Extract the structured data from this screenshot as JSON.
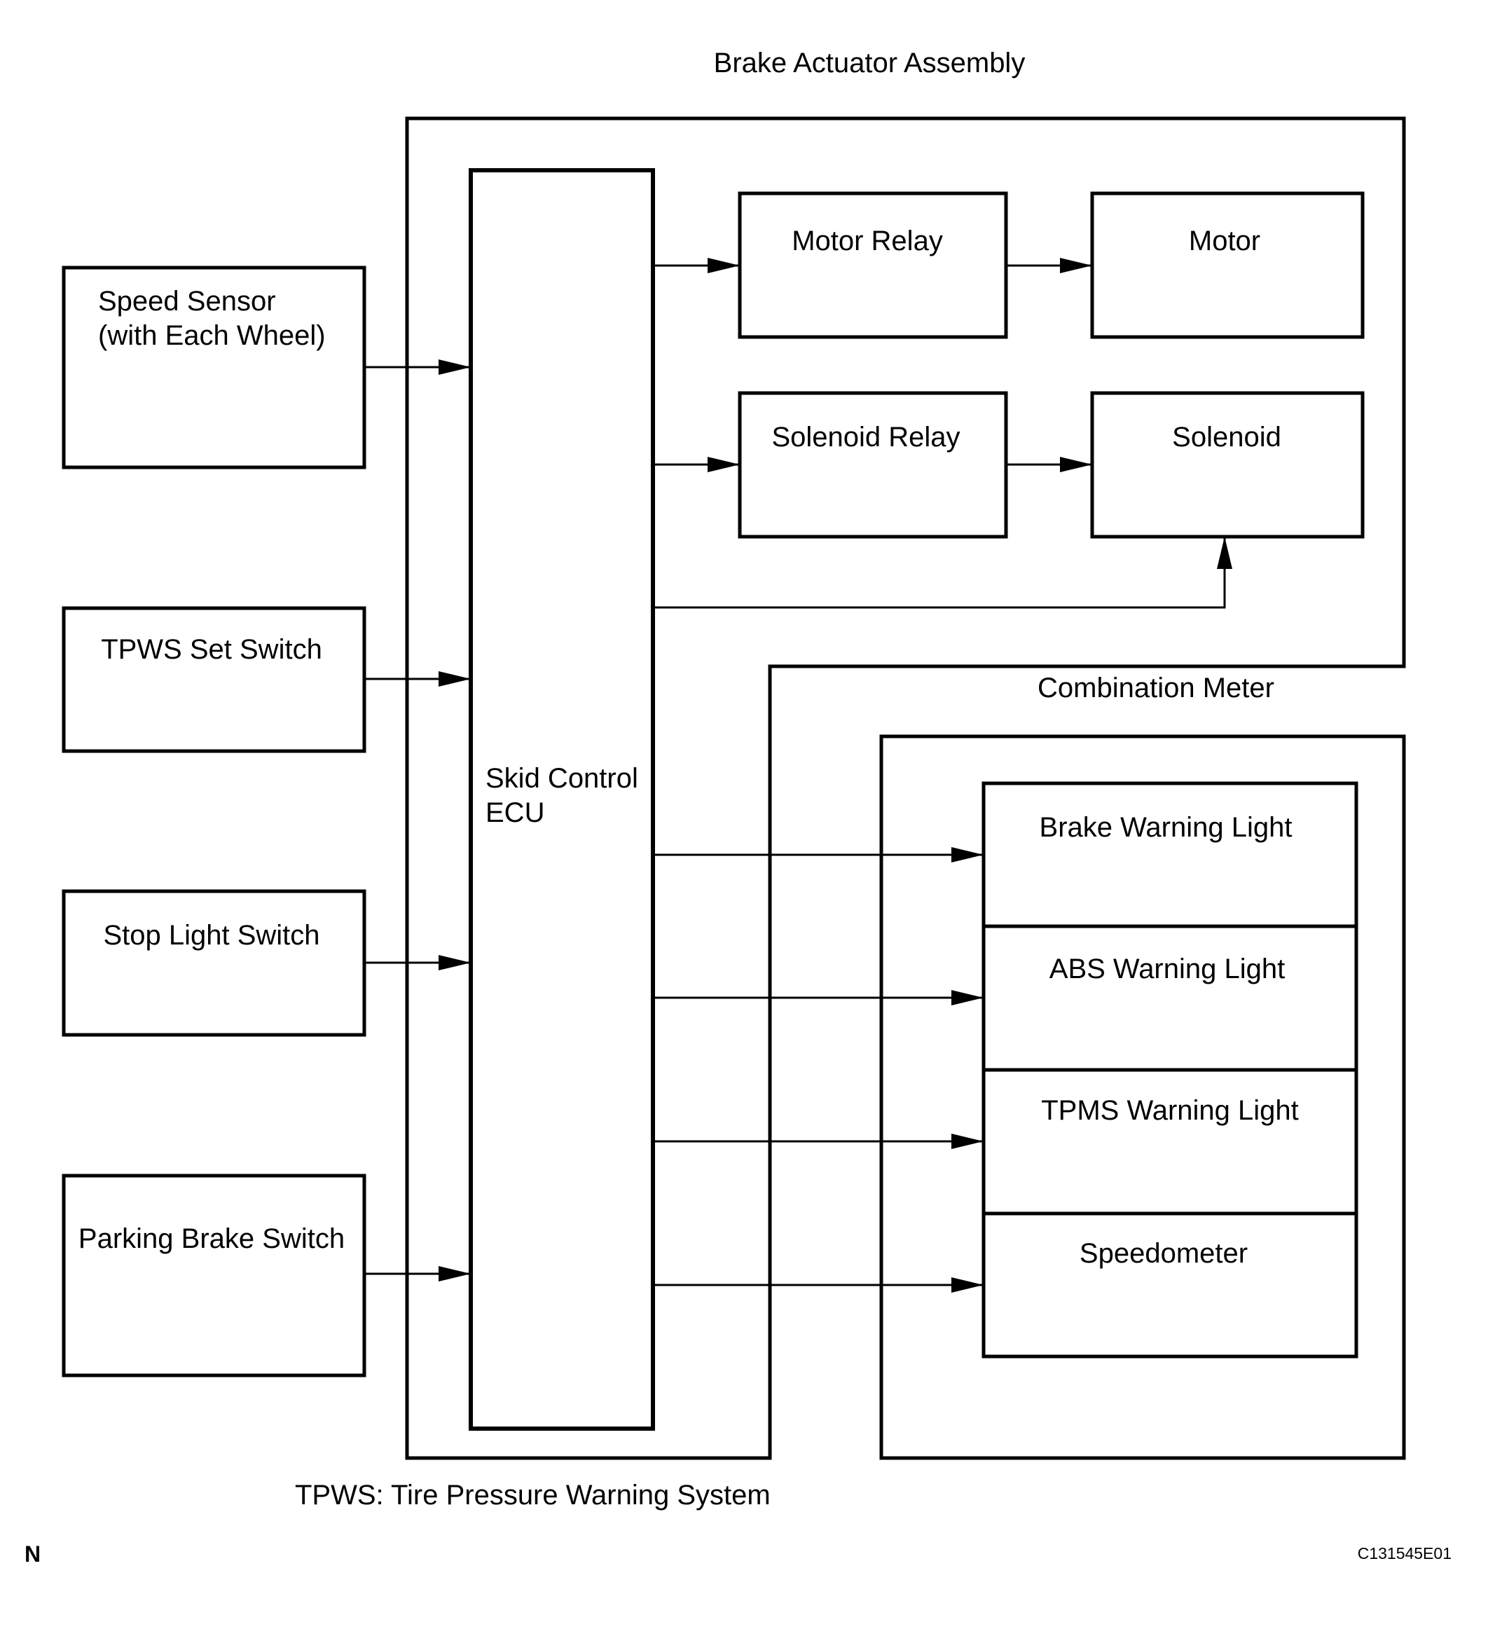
{
  "diagram": {
    "brake_actuator_assembly": "Brake Actuator Assembly",
    "combination_meter": "Combination Meter",
    "inputs": {
      "speed_sensor": [
        "Speed Sensor",
        "(with Each Wheel)"
      ],
      "tpws_set_switch": "TPWS Set Switch",
      "stop_light_switch": "Stop Light Switch",
      "parking_brake_switch": "Parking Brake Switch"
    },
    "ecu": [
      "Skid Control",
      "ECU"
    ],
    "actuators": {
      "motor_relay": "Motor Relay",
      "motor": "Motor",
      "solenoid_relay": "Solenoid Relay",
      "solenoid": "Solenoid"
    },
    "meter_items": {
      "brake_warning_light": "Brake Warning Light",
      "abs_warning_light": "ABS Warning Light",
      "tpms_warning_light": "TPMS Warning Light",
      "speedometer": "Speedometer"
    },
    "footnote": "TPWS: Tire Pressure Warning System",
    "corner_mark": "N",
    "figure_code": "C131545E01"
  }
}
